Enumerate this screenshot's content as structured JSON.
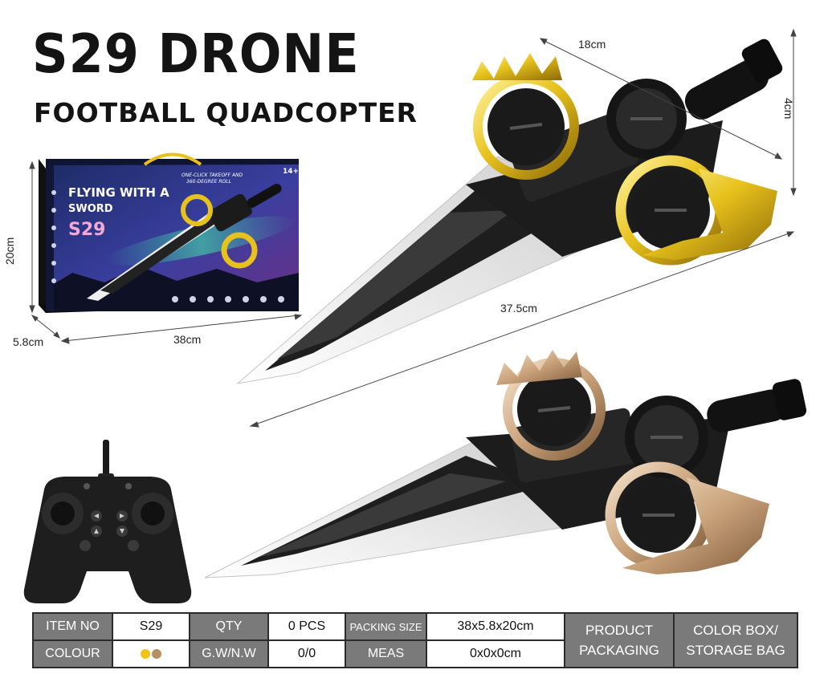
{
  "heading": {
    "title": "S29 DRONE",
    "subtitle": "FOOTBALL QUADCOPTER"
  },
  "box": {
    "line1": "FLYING WITH A",
    "line2": "SWORD",
    "model": "S29",
    "tag": "ONE-CLICK TAKEOFF AND",
    "tag2": "360-DEGREE ROLL",
    "age": "14+"
  },
  "dimensions": {
    "box_height": "20cm",
    "box_depth": "5.8cm",
    "box_width": "38cm",
    "drone_width": "18cm",
    "drone_height": "4cm",
    "drone_length": "37.5cm"
  },
  "spec_table": {
    "item_no_label": "ITEM NO",
    "item_no": "S29",
    "qty_label": "QTY",
    "qty": "0 PCS",
    "packing_size_label": "PACKING SIZE",
    "packing_size": "38x5.8x20cm",
    "colour_label": "COLOUR",
    "gw_nw_label": "G.W/N.W",
    "gw_nw": "0/0",
    "meas_label": "MEAS",
    "meas": "0x0x0cm",
    "product_packaging_label_1": "PRODUCT",
    "product_packaging_label_2": "PACKAGING",
    "packaging_1": "COLOR BOX/",
    "packaging_2": "STORAGE BAG"
  },
  "colors": {
    "gold": "#e7c21c",
    "champagne": "#c9a27a",
    "body": "#1c1c1c",
    "blade": "#f4f4f4",
    "table_header": "#7a7a7a"
  }
}
